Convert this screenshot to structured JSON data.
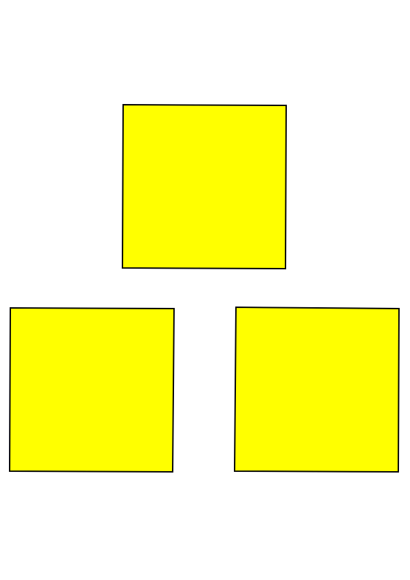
{
  "page": {
    "background": "#ffffff"
  },
  "shapes": [
    {
      "id": "top-square",
      "shape": "square",
      "fill": "#ffff00",
      "stroke": "#000000"
    },
    {
      "id": "bottom-left-square",
      "shape": "square",
      "fill": "#ffff00",
      "stroke": "#000000"
    },
    {
      "id": "bottom-right-square",
      "shape": "square",
      "fill": "#ffff00",
      "stroke": "#000000"
    }
  ]
}
